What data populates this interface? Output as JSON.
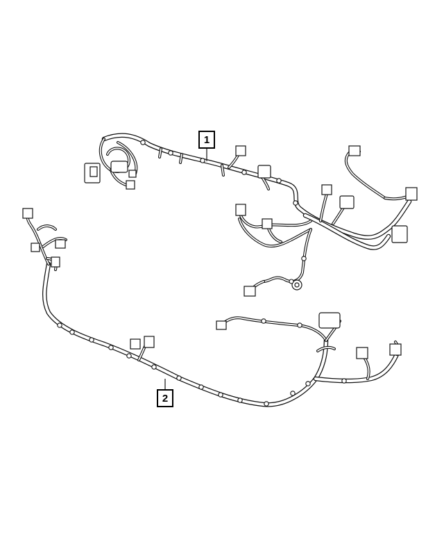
{
  "callouts": [
    {
      "id": "1",
      "label": "1"
    },
    {
      "id": "2",
      "label": "2"
    }
  ],
  "parts": [
    {
      "name": "upper-wiring-harness",
      "callout": "1"
    },
    {
      "name": "lower-wiring-harness",
      "callout": "2"
    }
  ],
  "colors": {
    "line": "#111111",
    "background": "#ffffff"
  }
}
